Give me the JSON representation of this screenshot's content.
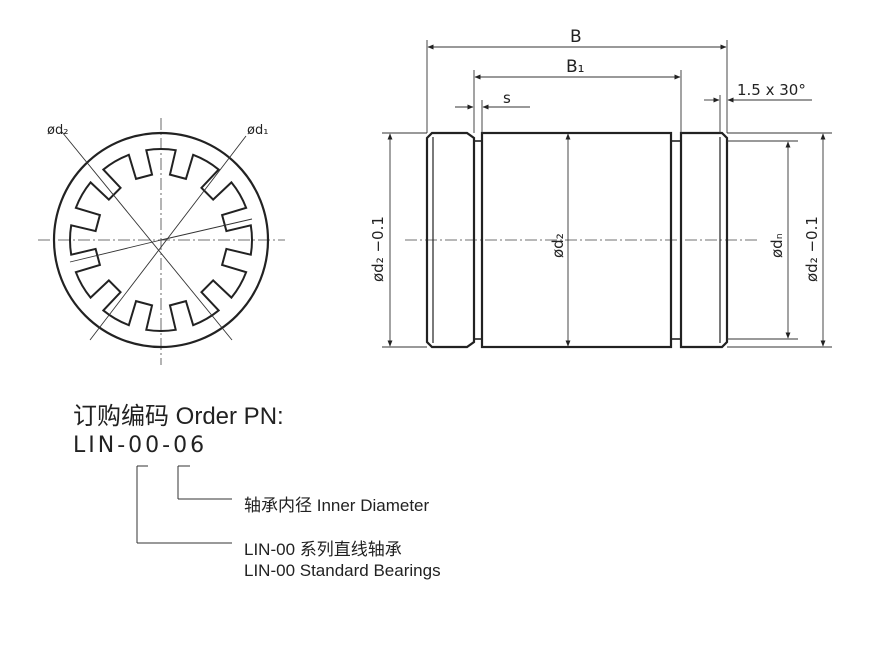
{
  "front_view": {
    "label_d2": "ød₂",
    "label_d1": "ød₁"
  },
  "side_view": {
    "dim_B": "B",
    "dim_B1": "B₁",
    "dim_s": "s",
    "dim_chamfer": "1.5 x 30°",
    "dim_left_d2": "ød₂ −0.1",
    "dim_center_d2": "ød₂",
    "dim_dn": "ødₙ",
    "dim_right_d2": "ød₂ −0.1"
  },
  "order": {
    "title": "订购编码 Order PN:",
    "code": "LIN-00-06",
    "inner_diameter_note": "轴承内径 Inner Diameter",
    "series_note_cn": "LIN-00 系列直线轴承",
    "series_note_en": "LIN-00 Standard Bearings"
  }
}
